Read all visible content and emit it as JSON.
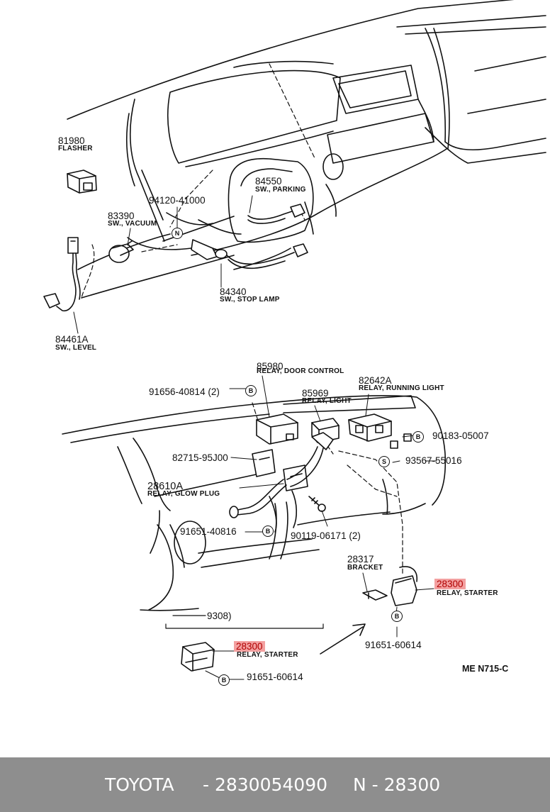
{
  "parts": {
    "p81980": {
      "code": "81980",
      "desc": "FLASHER"
    },
    "p84550": {
      "code": "84550",
      "desc": "SW., PARKING"
    },
    "p94120": {
      "code": "94120-41000"
    },
    "p83390": {
      "code": "83390",
      "desc": "SW., VACUUM"
    },
    "p84340": {
      "code": "84340",
      "desc": "SW., STOP LAMP"
    },
    "p84461A": {
      "code": "84461A",
      "desc": "SW., LEVEL"
    },
    "p85980": {
      "code": "85980",
      "desc": "RELAY, DOOR CONTROL"
    },
    "p91656": {
      "code": "91656-40814 (2)"
    },
    "p85969": {
      "code": "85969",
      "desc": "RELAY, LIGHT"
    },
    "p82642A": {
      "code": "82642A",
      "desc": "RELAY, RUNNING LIGHT"
    },
    "p90183": {
      "code": "90183-05007"
    },
    "p82715": {
      "code": "82715-95J00"
    },
    "p93567": {
      "code": "93567-55016"
    },
    "p28610A": {
      "code": "28610A",
      "desc": "RELAY, GLOW PLUG"
    },
    "p91651a": {
      "code": "91651-40816"
    },
    "p90119": {
      "code": "90119-06171 (2)"
    },
    "p28317": {
      "code": "28317",
      "desc": "BRACKET"
    },
    "p28300a": {
      "code": "28300",
      "desc": "RELAY, STARTER"
    },
    "p91651b": {
      "code": "91651-60614"
    },
    "p9308": {
      "code": "9308)"
    },
    "p28300b": {
      "code": "28300",
      "desc": "RELAY, STARTER"
    },
    "p91651c": {
      "code": "91651-60614"
    }
  },
  "markers": {
    "n": "N",
    "b": "B",
    "s": "S"
  },
  "diagram_ref": "ME N715-C",
  "highlight_color": "#f3a0a0",
  "footer": {
    "brand": "TOYOTA",
    "part_number": "- 2830054090",
    "group": "N - 28300"
  }
}
